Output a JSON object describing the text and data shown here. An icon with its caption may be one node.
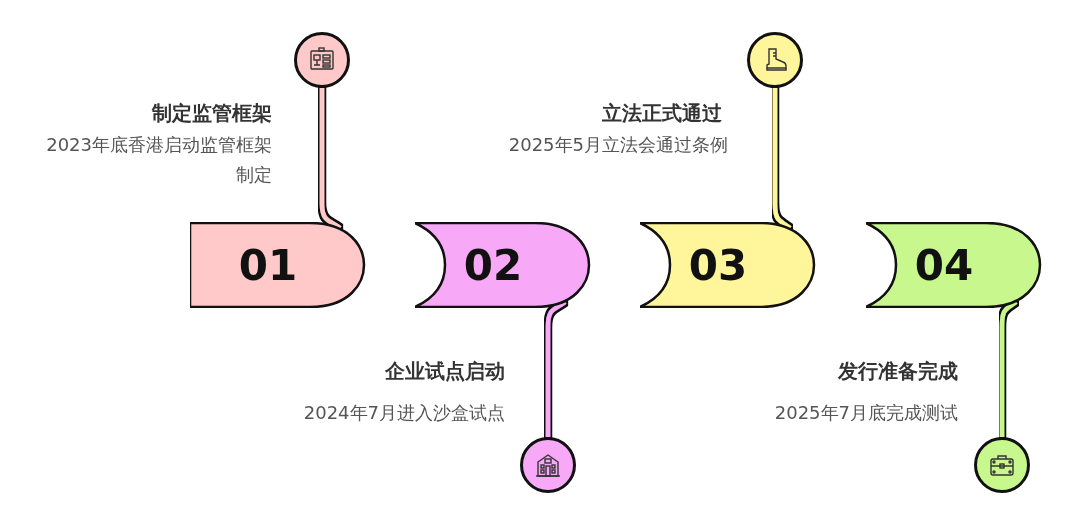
{
  "diagram": {
    "nodes": [
      {
        "text": [
          "01"
        ],
        "beside": [
          "制定监管框架",
          "2023年底香港启动监管框架制定"
        ]
      },
      {
        "text": [
          "02"
        ],
        "beside": [
          "企业试点启动",
          "2024年7月进入沙盒试点"
        ]
      },
      {
        "text": [
          "03"
        ],
        "beside": [
          "立法正式通过",
          "2025年5月立法会通过条例"
        ]
      },
      {
        "text": [
          "04"
        ],
        "beside": [
          "发行准备完成",
          "2025年7月底完成测试"
        ]
      },
      {
        "text": [],
        "shape": "circle"
      },
      {
        "text": [],
        "shape": "circle"
      },
      {
        "text": [],
        "shape": "circle"
      },
      {
        "text": [],
        "shape": "circle"
      }
    ],
    "edges": [
      {
        "from": 0,
        "to": 4,
        "arrow": "none",
        "color": "#ffc9c9"
      },
      {
        "from": 1,
        "to": 5,
        "arrow": "none",
        "color": "#f7a8f7"
      },
      {
        "from": 2,
        "to": 6,
        "arrow": "none",
        "color": "#fff59a"
      },
      {
        "from": 3,
        "to": 7,
        "arrow": "none",
        "color": "#c8f78e"
      }
    ]
  }
}
